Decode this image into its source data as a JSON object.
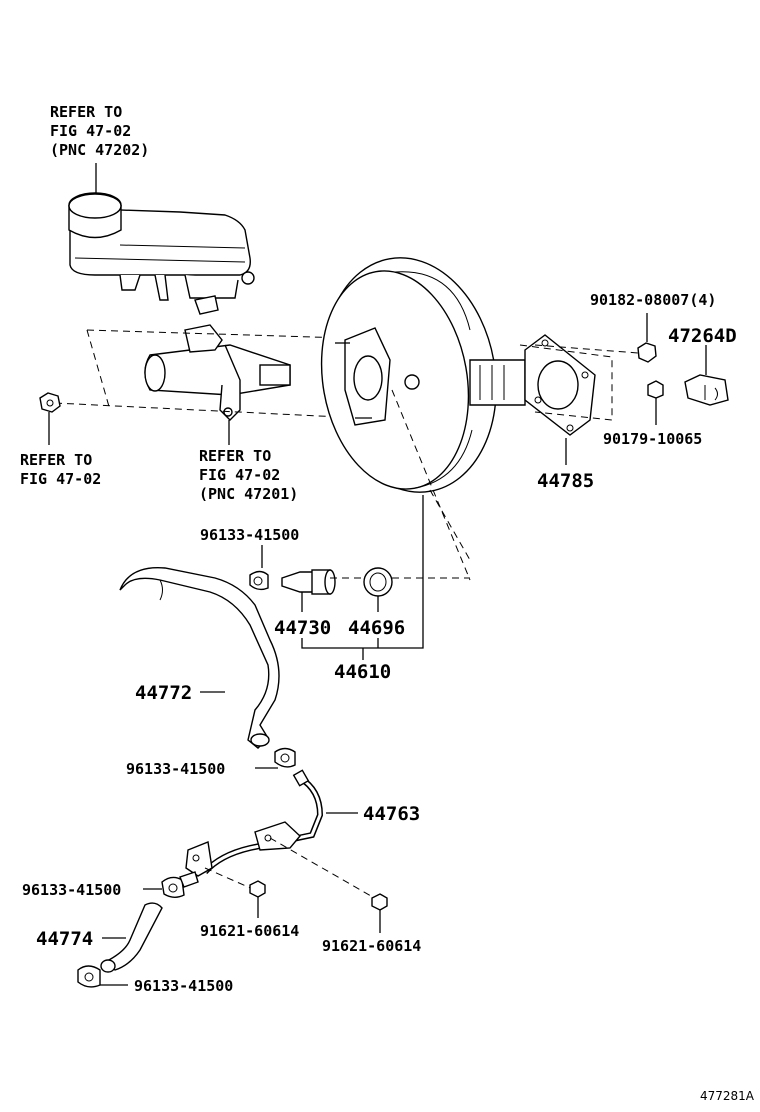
{
  "labels": {
    "refer_reservoir": [
      "REFER TO",
      "FIG 47-02",
      "(PNC 47202)"
    ],
    "refer_nut": [
      "REFER TO",
      "FIG 47-02"
    ],
    "refer_master_cyl": [
      "REFER TO",
      "FIG 47-02",
      "(PNC 47201)"
    ],
    "p_90182": "90182-08007(4)",
    "p_47264d": "47264D",
    "p_90179": "90179-10065",
    "p_44785": "44785",
    "p_96133_a": "96133-41500",
    "p_44730": "44730",
    "p_44696": "44696",
    "p_44610": "44610",
    "p_44772": "44772",
    "p_96133_b": "96133-41500",
    "p_44763": "44763",
    "p_96133_c": "96133-41500",
    "p_91621_a": "91621-60614",
    "p_91621_b": "91621-60614",
    "p_44774": "44774",
    "p_96133_d": "96133-41500",
    "figure_id": "477281A"
  }
}
